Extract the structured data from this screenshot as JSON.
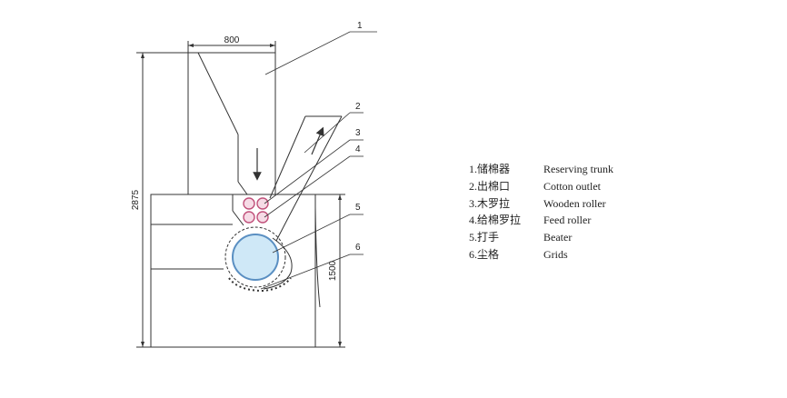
{
  "diagram": {
    "dimensions": {
      "width_label": "800",
      "height_label": "2875",
      "lower_label": "1500"
    },
    "callouts": [
      "1",
      "2",
      "3",
      "4",
      "5",
      "6"
    ]
  },
  "legend": [
    {
      "cn": "1.储棉器",
      "en": "Reserving trunk"
    },
    {
      "cn": "2.出棉口",
      "en": "Cotton outlet"
    },
    {
      "cn": "3.木罗拉",
      "en": "Wooden roller"
    },
    {
      "cn": "4.给棉罗拉",
      "en": "Feed roller"
    },
    {
      "cn": "5.打手",
      "en": "Beater"
    },
    {
      "cn": "6.尘格",
      "en": "Grids"
    }
  ],
  "colors": {
    "line": "#333333",
    "beater_fill": "#cfe8f7",
    "beater_stroke": "#5a8fc2",
    "roller_stroke": "#c0507a",
    "roller_fill": "#f6dbe6"
  }
}
